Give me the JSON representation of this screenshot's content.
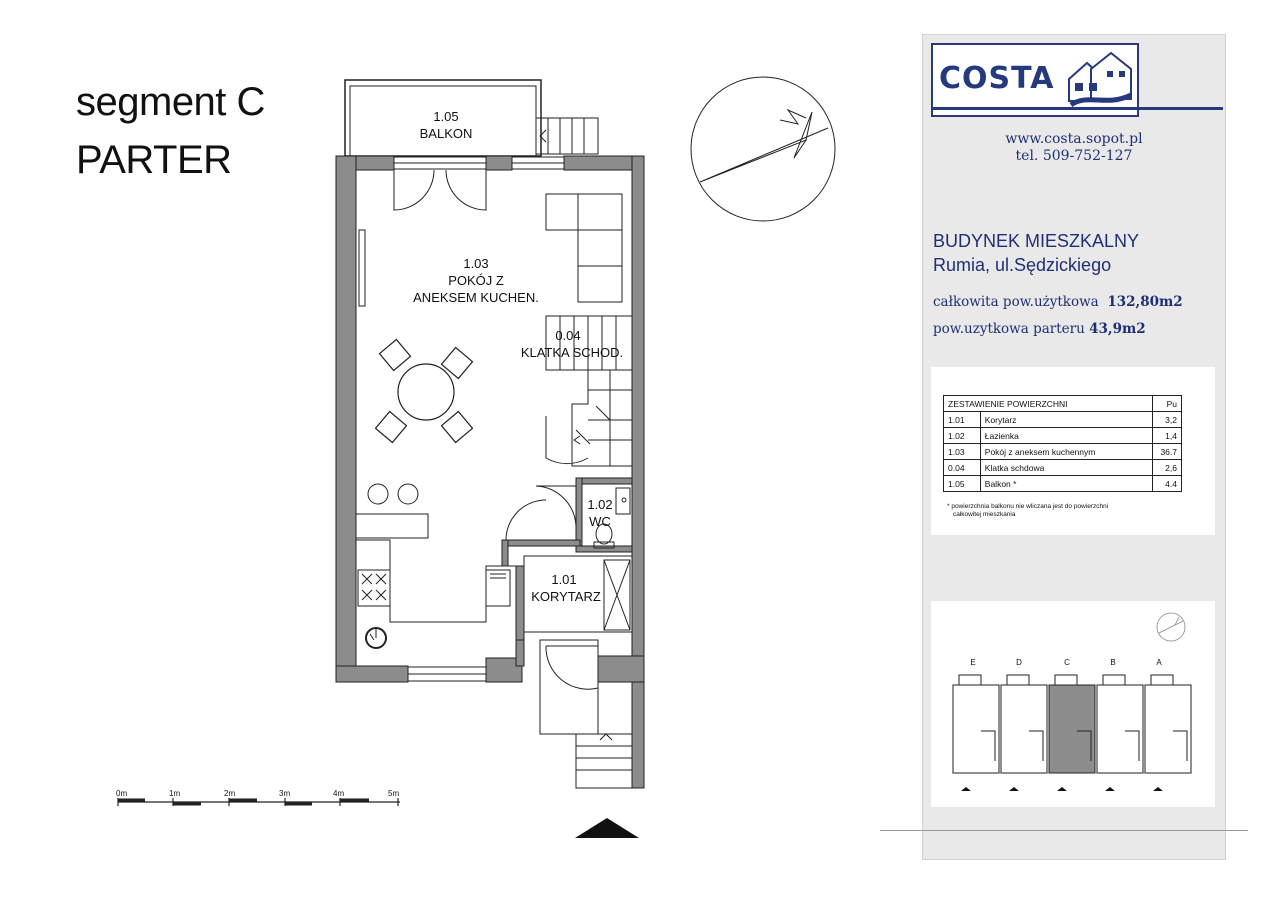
{
  "segment_title": "segment C",
  "floor_title": "PARTER",
  "rooms": {
    "balkon": {
      "number": "1.05",
      "name": "BALKON"
    },
    "pokoj": {
      "number": "1.03",
      "name_line1": "POKÓJ Z",
      "name_line2": "ANEKSEM KUCHEN."
    },
    "klatka": {
      "number": "0.04",
      "name": "KLATKA SCHOD."
    },
    "wc": {
      "number": "1.02",
      "name": "WC"
    },
    "korytarz": {
      "number": "1.01",
      "name": "KORYTARZ"
    }
  },
  "scale_bar": {
    "labels": [
      "0m",
      "1m",
      "2m",
      "3m",
      "4m",
      "5m"
    ]
  },
  "brand": {
    "name": "COSTA"
  },
  "contact": {
    "website": "www.costa.sopot.pl",
    "phone": "tel. 509-752-127"
  },
  "building": {
    "type": "BUDYNEK MIESZKALNY",
    "address": "Rumia, ul.Sędzickiego"
  },
  "area_total": {
    "label": "całkowita pow.użytkowa",
    "value": "132,80m2"
  },
  "area_ground": {
    "label": "pow.uzytkowa parteru",
    "value": "43,9m2"
  },
  "area_table": {
    "title": "ZESTAWIENIE POWIERZCHNI",
    "unit_header": "Pu",
    "rows": [
      {
        "no": "1.01",
        "name": "Korytarz",
        "value": "3,2"
      },
      {
        "no": "1.02",
        "name": "Łazienka",
        "value": "1,4"
      },
      {
        "no": "1.03",
        "name": "Pokój  z aneksem kuchennym",
        "value": "36.7"
      },
      {
        "no": "0.04",
        "name": "Klatka schdowa",
        "value": "2,6"
      },
      {
        "no": "1.05",
        "name": "Balkon",
        "value": "4.4"
      }
    ],
    "footnote_line1": "* powierzchnia balkonu nie wliczana jest do powierzchni",
    "footnote_line2": "całkowitej mieszkania"
  },
  "mini_plan": {
    "segments": [
      "E",
      "D",
      "C",
      "B",
      "A"
    ],
    "highlighted": "C"
  },
  "colors": {
    "brand_blue": "#243a7d",
    "wall_gray": "#8c8c8c",
    "panel_bg": "#e9e9ea"
  }
}
